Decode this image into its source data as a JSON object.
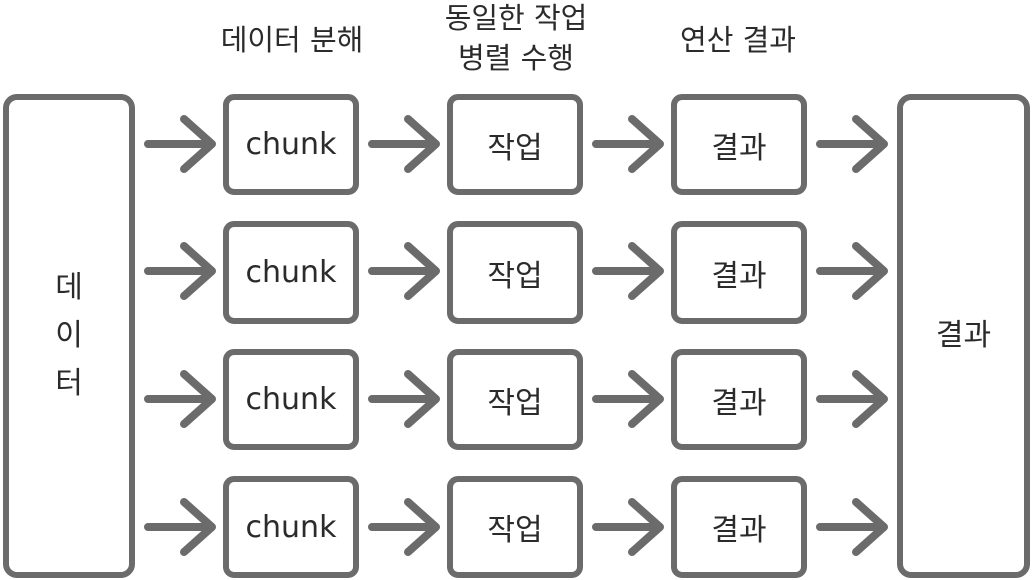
{
  "headers": {
    "split": "데이터 분해",
    "parallel_line1": "동일한 작업",
    "parallel_line2": "병렬 수행",
    "compute": "연산 결과"
  },
  "source": {
    "chars": [
      "데",
      "이",
      "터"
    ]
  },
  "rows": [
    {
      "chunk": "chunk",
      "task": "작업",
      "result": "결과"
    },
    {
      "chunk": "chunk",
      "task": "작업",
      "result": "결과"
    },
    {
      "chunk": "chunk",
      "task": "작업",
      "result": "결과"
    },
    {
      "chunk": "chunk",
      "task": "작업",
      "result": "결과"
    }
  ],
  "final": {
    "label": "결과"
  },
  "colors": {
    "stroke": "#6b6b6b",
    "text": "#2b2b2b"
  }
}
